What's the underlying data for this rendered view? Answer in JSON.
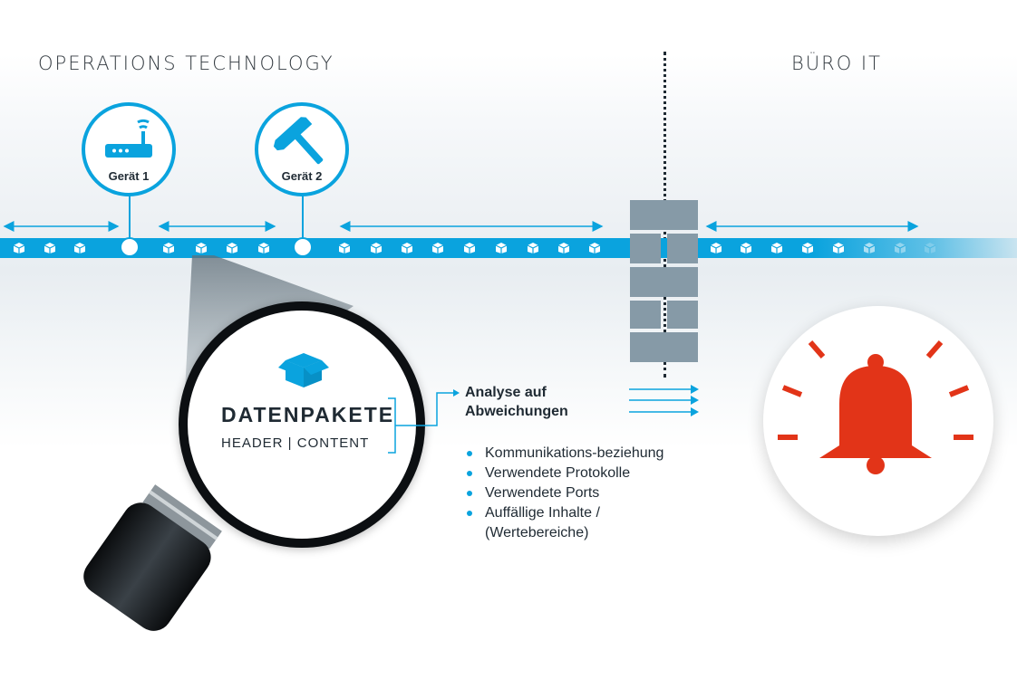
{
  "zones": {
    "ot": "OPERATIONS TECHNOLOGY",
    "it": "BÜRO IT"
  },
  "devices": [
    {
      "label": "Gerät 1",
      "icon": "router-icon"
    },
    {
      "label": "Gerät 2",
      "icon": "hammer-icon"
    }
  ],
  "magnifier": {
    "title": "DATENPAKETE",
    "subtitle": "HEADER | CONTENT",
    "icon": "open-box-icon"
  },
  "analysis": {
    "title": "Analyse auf Abweichungen",
    "items": [
      "Kommunikations-beziehung",
      "Verwendete Protokolle",
      "Verwendete Ports",
      "Auffällige Inhalte / (Wertebereiche)"
    ]
  },
  "alarm": {
    "icon": "alarm-bell-icon"
  },
  "colors": {
    "bus": "#0aa3de",
    "alarm": "#e23418",
    "firewall": "#869aa7",
    "text": "#1f2a33"
  }
}
